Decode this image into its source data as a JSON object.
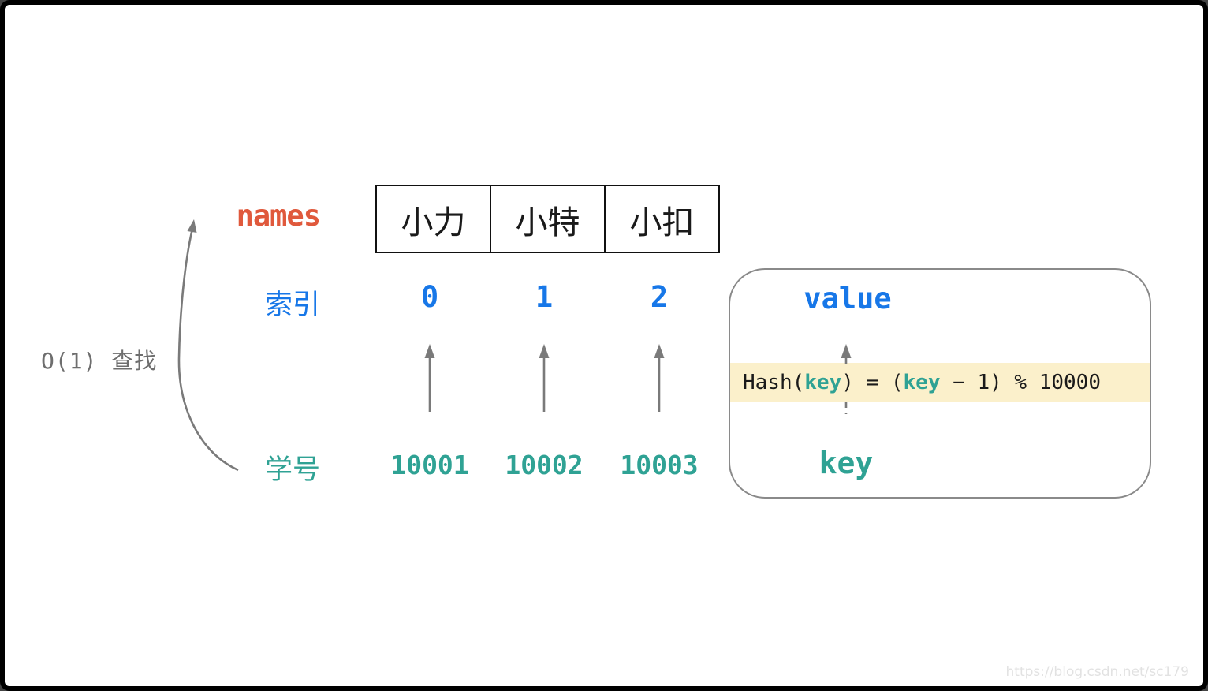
{
  "diagram": {
    "names_label": "names",
    "index_label": "索引",
    "student_id_label": "学号",
    "lookup_note": "O(1) 查找",
    "names": [
      "小力",
      "小特",
      "小扣"
    ],
    "indices": [
      "0",
      "1",
      "2"
    ],
    "student_ids": [
      "10001",
      "10002",
      "10003"
    ],
    "kv_box": {
      "value_label": "value",
      "key_label": "key",
      "formula": {
        "part1": "Hash(",
        "part2": "key",
        "part3": ") = (",
        "part4": "key",
        "part5": " − 1) % 10000"
      }
    }
  },
  "watermark": "https://blog.csdn.net/sc179",
  "colors": {
    "accent-orange": "#E0593C",
    "accent-blue": "#1777E8",
    "accent-teal": "#2FA294",
    "band-yellow": "#FBF0CB",
    "arrow-gray": "#7A7A7A",
    "box-border-gray": "#8A8A8A",
    "text-dark": "#1A1A1A",
    "muted-gray": "#6E6E6E",
    "watermark-gray": "#E2E2E2"
  }
}
